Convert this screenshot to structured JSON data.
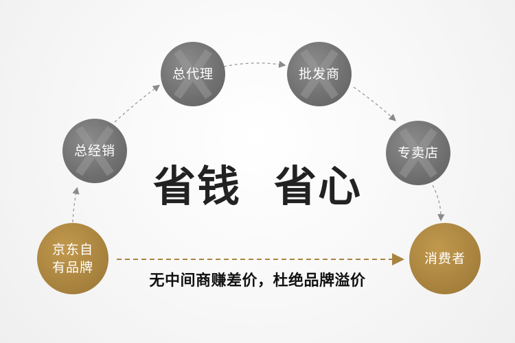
{
  "headline": {
    "part1": "省钱",
    "part2": "省心"
  },
  "subline": "无中间商赚差价，杜绝品牌溢价",
  "nodes": {
    "brand": "京东自有品牌",
    "distributor": "总经销",
    "general_agent": "总代理",
    "wholesaler": "批发商",
    "store": "专卖店",
    "consumer": "消费者"
  },
  "colors": {
    "gray_node": "#6f6f6f",
    "gold_node": "#a9843f",
    "dashed_gray": "#999999",
    "dashed_gold": "#a9843f"
  }
}
